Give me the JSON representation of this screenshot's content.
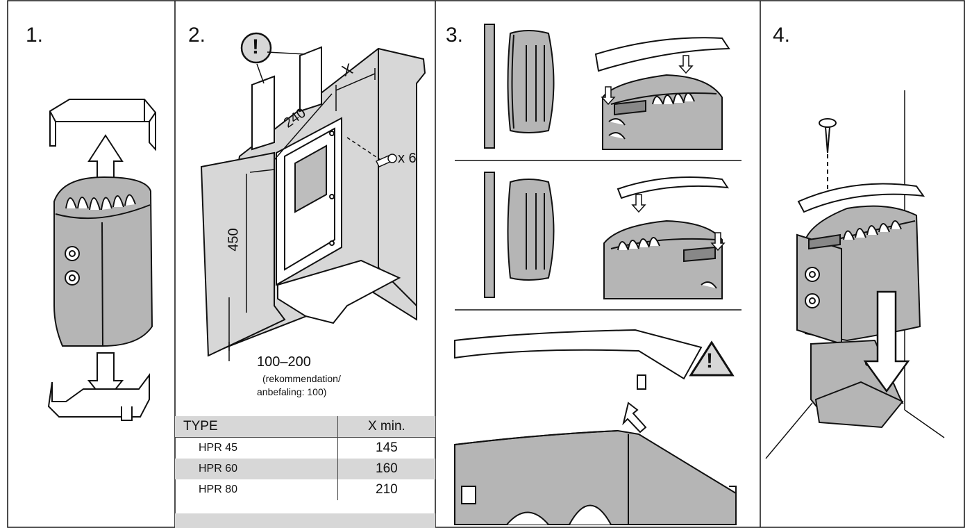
{
  "steps": [
    "1.",
    "2.",
    "3.",
    "4."
  ],
  "step2": {
    "dim_x": "X",
    "dim_240": "240",
    "dim_450": "450",
    "screw_count": "x 6",
    "floor_gap": "100–200",
    "recommendation": "(rekommendation/",
    "recommendation_2": "anbefaling: 100)"
  },
  "table": {
    "headers": [
      "TYPE",
      "X min."
    ],
    "rows": [
      {
        "type": "HPR 45",
        "x_min": "145"
      },
      {
        "type": "HPR 60",
        "x_min": "160"
      },
      {
        "type": "HPR 80",
        "x_min": "210"
      }
    ]
  },
  "icons": {
    "notice": "exclamation-circle-icon",
    "warning": "warning-triangle-icon"
  },
  "colors": {
    "panel_grey": "#d7d7d7",
    "heater_grey": "#b5b5b5",
    "line": "#111111"
  }
}
